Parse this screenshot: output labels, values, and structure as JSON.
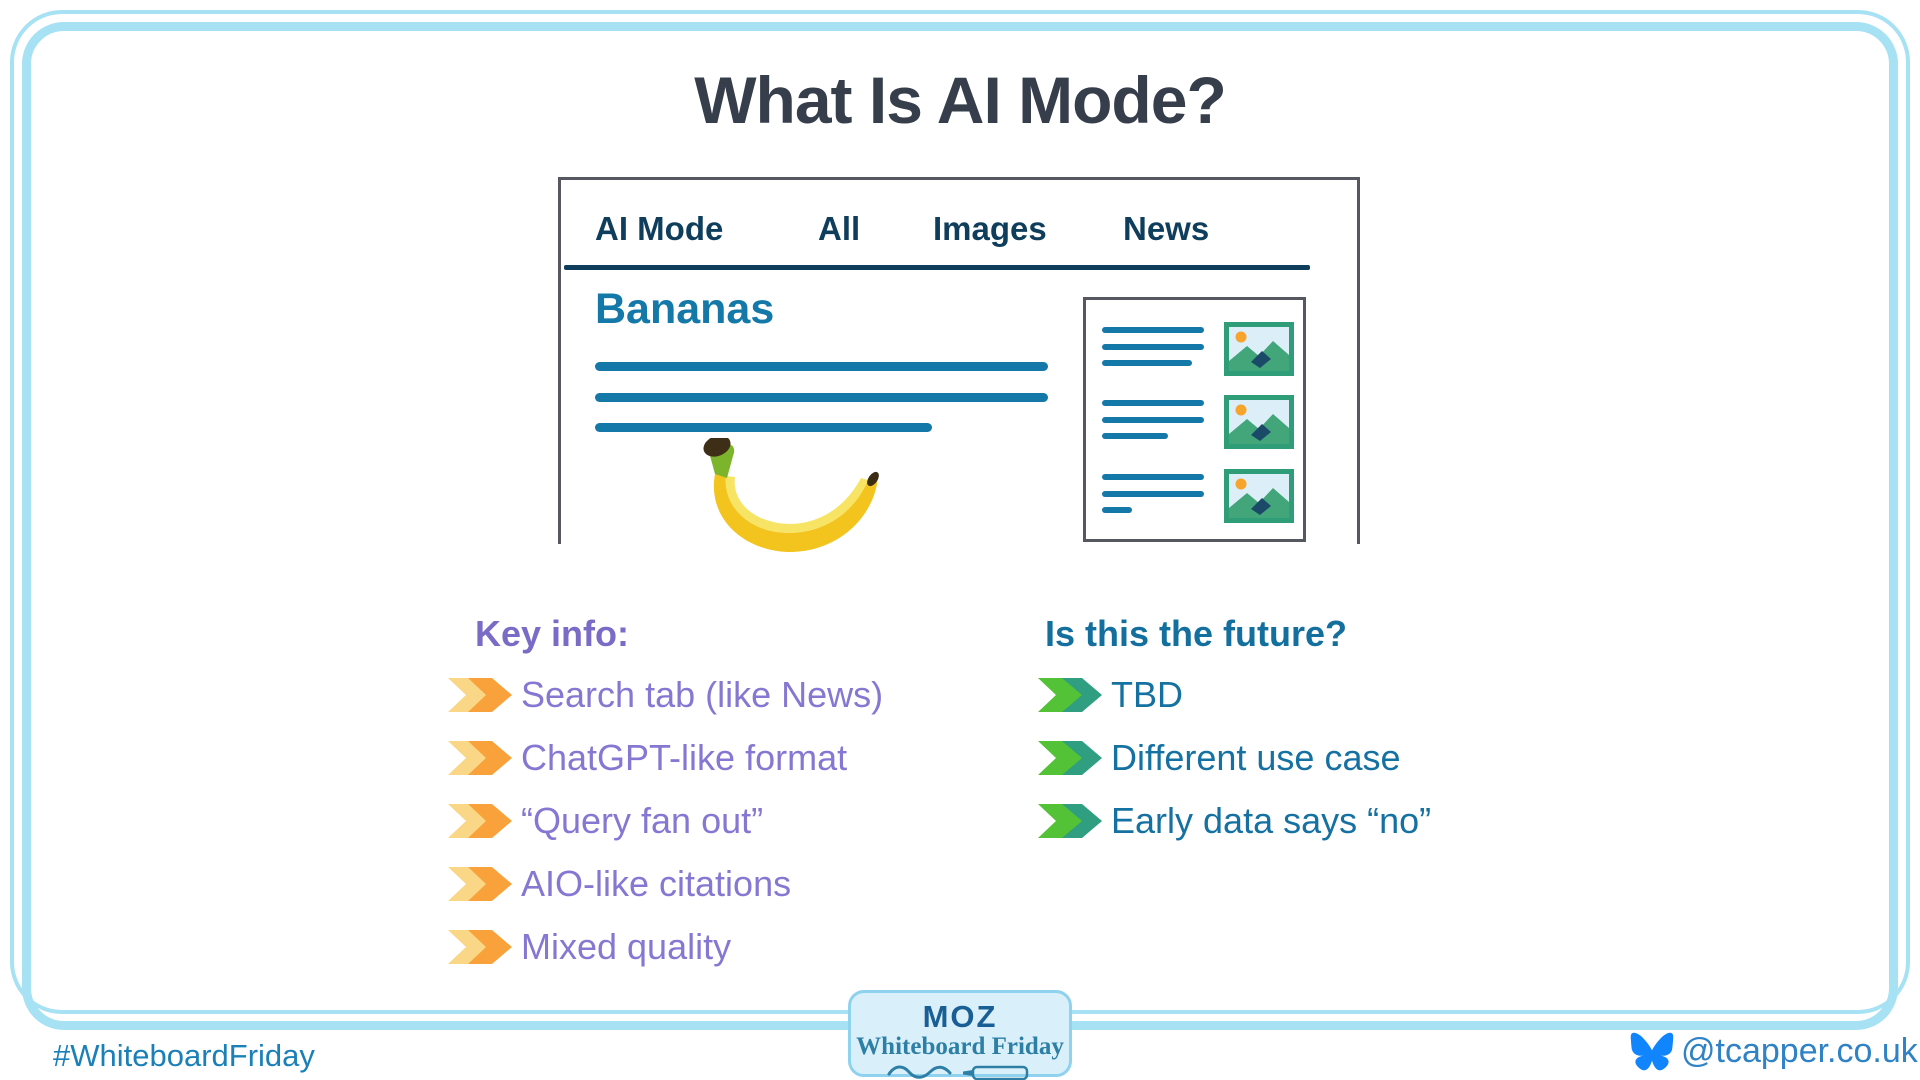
{
  "title": "What Is AI Mode?",
  "mockup": {
    "tabs": [
      {
        "label": "AI Mode"
      },
      {
        "label": "All"
      },
      {
        "label": "Images"
      },
      {
        "label": "News"
      }
    ],
    "query": "Bananas"
  },
  "key_info": {
    "heading": "Key info:",
    "items": [
      "Search tab (like News)",
      "ChatGPT-like format",
      "“Query fan out”",
      "AIO-like citations",
      "Mixed quality"
    ]
  },
  "future": {
    "heading": "Is this the future?",
    "items": [
      "TBD",
      "Different use case",
      "Early data says “no”"
    ]
  },
  "footer": {
    "hashtag": "#WhiteboardFriday",
    "logo_brand": "MOZ",
    "logo_series": "Whiteboard Friday",
    "handle": "@tcapper.co.uk"
  },
  "colors": {
    "accent_blue": "#1478A8",
    "tab_navy": "#0F3E5D",
    "purple_text": "#8678D2",
    "teal_text": "#146F9E",
    "orange_arrow": "#F9A23B",
    "yellow_arrow": "#FAD787",
    "green_arrow": "#54C236",
    "teal_arrow": "#2F9E81",
    "border_light_blue": "#A6E1F4",
    "bluesky_blue": "#1185FE",
    "title_charcoal": "#363D4B"
  }
}
